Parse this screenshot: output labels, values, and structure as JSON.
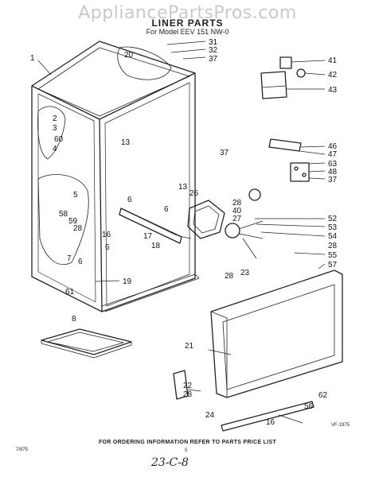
{
  "watermark": "AppliancePartsPros.com",
  "title": "LINER PARTS",
  "subtitle": "For Model EEV 151 NW-0",
  "footer": "FOR ORDERING INFORMATION REFER TO PARTS PRICE LIST",
  "corner_code": "VF-1975",
  "left_code": "7/975",
  "page_number": "5",
  "handwritten": "23-C-8",
  "part_labels": [
    {
      "id": "l1",
      "text": "1"
    },
    {
      "id": "l31",
      "text": "31"
    },
    {
      "id": "l32",
      "text": "32"
    },
    {
      "id": "l37a",
      "text": "37"
    },
    {
      "id": "l20",
      "text": "20"
    },
    {
      "id": "l41",
      "text": "41"
    },
    {
      "id": "l42",
      "text": "42"
    },
    {
      "id": "l43",
      "text": "43"
    },
    {
      "id": "l2",
      "text": "2"
    },
    {
      "id": "l3",
      "text": "3"
    },
    {
      "id": "l60",
      "text": "60"
    },
    {
      "id": "l4",
      "text": "4"
    },
    {
      "id": "l13a",
      "text": "13"
    },
    {
      "id": "l37b",
      "text": "37"
    },
    {
      "id": "l46",
      "text": "46"
    },
    {
      "id": "l47",
      "text": "47"
    },
    {
      "id": "l63",
      "text": "63"
    },
    {
      "id": "l48",
      "text": "48"
    },
    {
      "id": "l37c",
      "text": "37"
    },
    {
      "id": "l5",
      "text": "5"
    },
    {
      "id": "l13b",
      "text": "13"
    },
    {
      "id": "l26",
      "text": "26"
    },
    {
      "id": "l6a",
      "text": "6"
    },
    {
      "id": "l6b",
      "text": "6"
    },
    {
      "id": "l58",
      "text": "58"
    },
    {
      "id": "l59",
      "text": "59"
    },
    {
      "id": "l28a",
      "text": "28"
    },
    {
      "id": "l28b",
      "text": "28"
    },
    {
      "id": "l40",
      "text": "40"
    },
    {
      "id": "l27",
      "text": "27"
    },
    {
      "id": "l52",
      "text": "52"
    },
    {
      "id": "l53",
      "text": "53"
    },
    {
      "id": "l54",
      "text": "54"
    },
    {
      "id": "l16a",
      "text": "16"
    },
    {
      "id": "l17",
      "text": "17"
    },
    {
      "id": "l18",
      "text": "18"
    },
    {
      "id": "l28c",
      "text": "28"
    },
    {
      "id": "l55",
      "text": "55"
    },
    {
      "id": "l57",
      "text": "57"
    },
    {
      "id": "l7",
      "text": "7"
    },
    {
      "id": "l6c",
      "text": "6"
    },
    {
      "id": "l6d",
      "text": "6"
    },
    {
      "id": "l28d",
      "text": "28"
    },
    {
      "id": "l23",
      "text": "23"
    },
    {
      "id": "l19",
      "text": "19"
    },
    {
      "id": "l61",
      "text": "61"
    },
    {
      "id": "l8",
      "text": "8"
    },
    {
      "id": "l21",
      "text": "21"
    },
    {
      "id": "l22",
      "text": "22"
    },
    {
      "id": "l28e",
      "text": "28"
    },
    {
      "id": "l62",
      "text": "62"
    },
    {
      "id": "l24",
      "text": "24"
    },
    {
      "id": "l56",
      "text": "56"
    },
    {
      "id": "l16b",
      "text": "16"
    }
  ]
}
